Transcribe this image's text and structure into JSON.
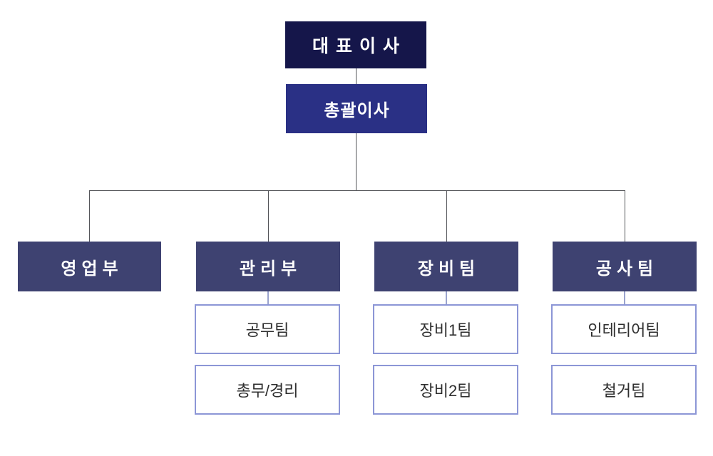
{
  "org": {
    "root": {
      "label": "대표이사"
    },
    "director": {
      "label": "총괄이사"
    },
    "departments": [
      {
        "label": "영업부",
        "teams": []
      },
      {
        "label": "관리부",
        "teams": [
          {
            "label": "공무팀"
          },
          {
            "label": "총무/경리"
          }
        ]
      },
      {
        "label": "장비팀",
        "teams": [
          {
            "label": "장비1팀"
          },
          {
            "label": "장비2팀"
          }
        ]
      },
      {
        "label": "공사팀",
        "teams": [
          {
            "label": "인테리어팀"
          },
          {
            "label": "철거팀"
          }
        ]
      }
    ]
  },
  "colors": {
    "root_bg": "#15164A",
    "director_bg": "#2A3085",
    "dept_bg": "#3E4271",
    "team_border": "#8C96D6",
    "team_connector": "#9AA3CE",
    "line": "#55565A",
    "box_text": "#FFFFFF",
    "team_text": "#2E2E2E"
  }
}
